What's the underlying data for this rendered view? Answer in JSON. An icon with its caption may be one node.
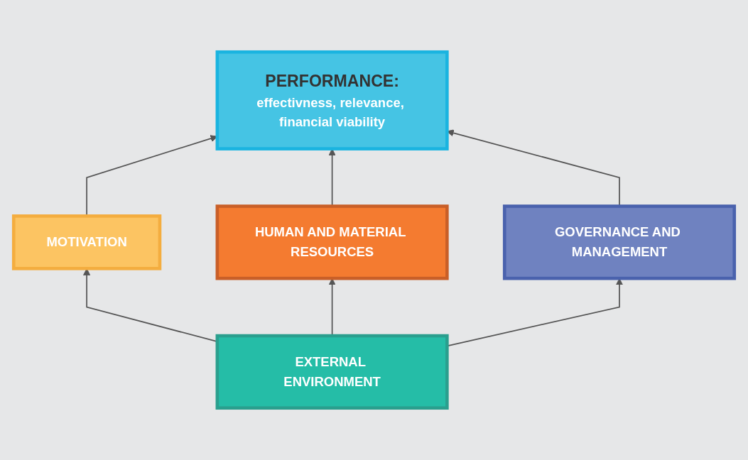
{
  "diagram": {
    "nodes": [
      {
        "text": [
          "PERFORMANCE:",
          "effectivness, relevance, financial viability"
        ]
      },
      {
        "text": [
          "MOTIVATION"
        ]
      },
      {
        "text": [
          "HUMAN AND MATERIAL RESOURCES"
        ]
      },
      {
        "text": [
          "GOVERNANCE AND MANAGEMENT"
        ]
      },
      {
        "text": [
          "EXTERNAL ENVIRONMENT"
        ]
      }
    ],
    "edges": [
      {
        "from": 1,
        "to": 0,
        "arrow": "to"
      },
      {
        "from": 2,
        "to": 0,
        "arrow": "to"
      },
      {
        "from": 3,
        "to": 0,
        "arrow": "to"
      },
      {
        "from": 4,
        "to": 1,
        "arrow": "to"
      },
      {
        "from": 4,
        "to": 2,
        "arrow": "to"
      },
      {
        "from": 4,
        "to": 3,
        "arrow": "to"
      }
    ]
  }
}
